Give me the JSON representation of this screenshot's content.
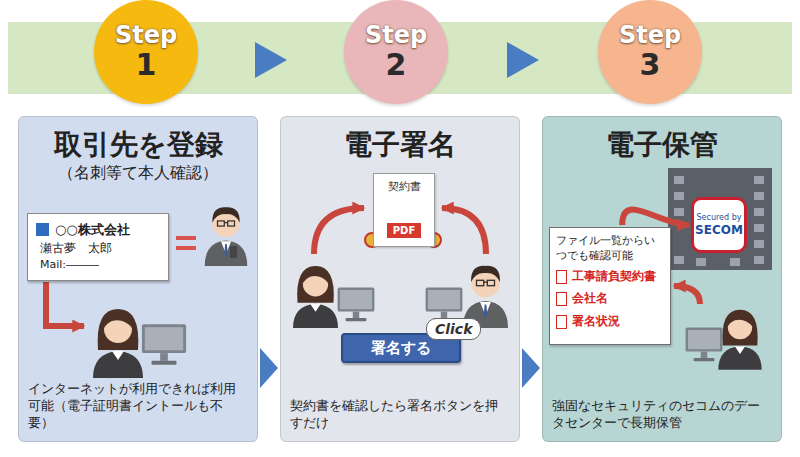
{
  "diagram": {
    "nodes": [
      {
        "text": [
          "Step",
          "1"
        ]
      },
      {
        "text": [
          "Step",
          "2"
        ]
      },
      {
        "text": [
          "Step",
          "3"
        ]
      },
      {
        "text": [
          "取引先を登録",
          "（名刺等て本人確認）",
          "インターネットが利用できれば利用可能（電子証明書イントールも不要）"
        ]
      },
      {
        "text": [
          "○○株式会社",
          "瀬古夢　太郎",
          "Mail:―――"
        ],
        "in": 3
      },
      {
        "text": [
          "電子署名",
          "契約書を確認したら署名ボタンを押すだけ"
        ]
      },
      {
        "text": [
          "契約書",
          "PDF"
        ],
        "in": 5
      },
      {
        "text": [
          "署名する"
        ],
        "in": 5
      },
      {
        "text": [
          "電子保管",
          "強固なセキュリティのセコムのデータセンターで長期保管"
        ]
      },
      {
        "text": [
          "ファイル一覧からいつでも確認可能",
          "工事請負契約書",
          "会社名",
          "署名状況"
        ],
        "in": 8
      },
      {
        "text": [
          "Secured by",
          "SECOM"
        ],
        "in": 8
      }
    ],
    "edges": [
      {
        "from": 0,
        "to": 1,
        "arrow": "to"
      },
      {
        "from": 1,
        "to": 2,
        "arrow": "to"
      },
      {
        "from": 3,
        "to": 5,
        "arrow": "to"
      },
      {
        "from": 5,
        "to": 8,
        "arrow": "to"
      },
      {
        "from": 9,
        "to": 10,
        "arrow": "to"
      }
    ],
    "labels": [
      "Click"
    ]
  }
}
